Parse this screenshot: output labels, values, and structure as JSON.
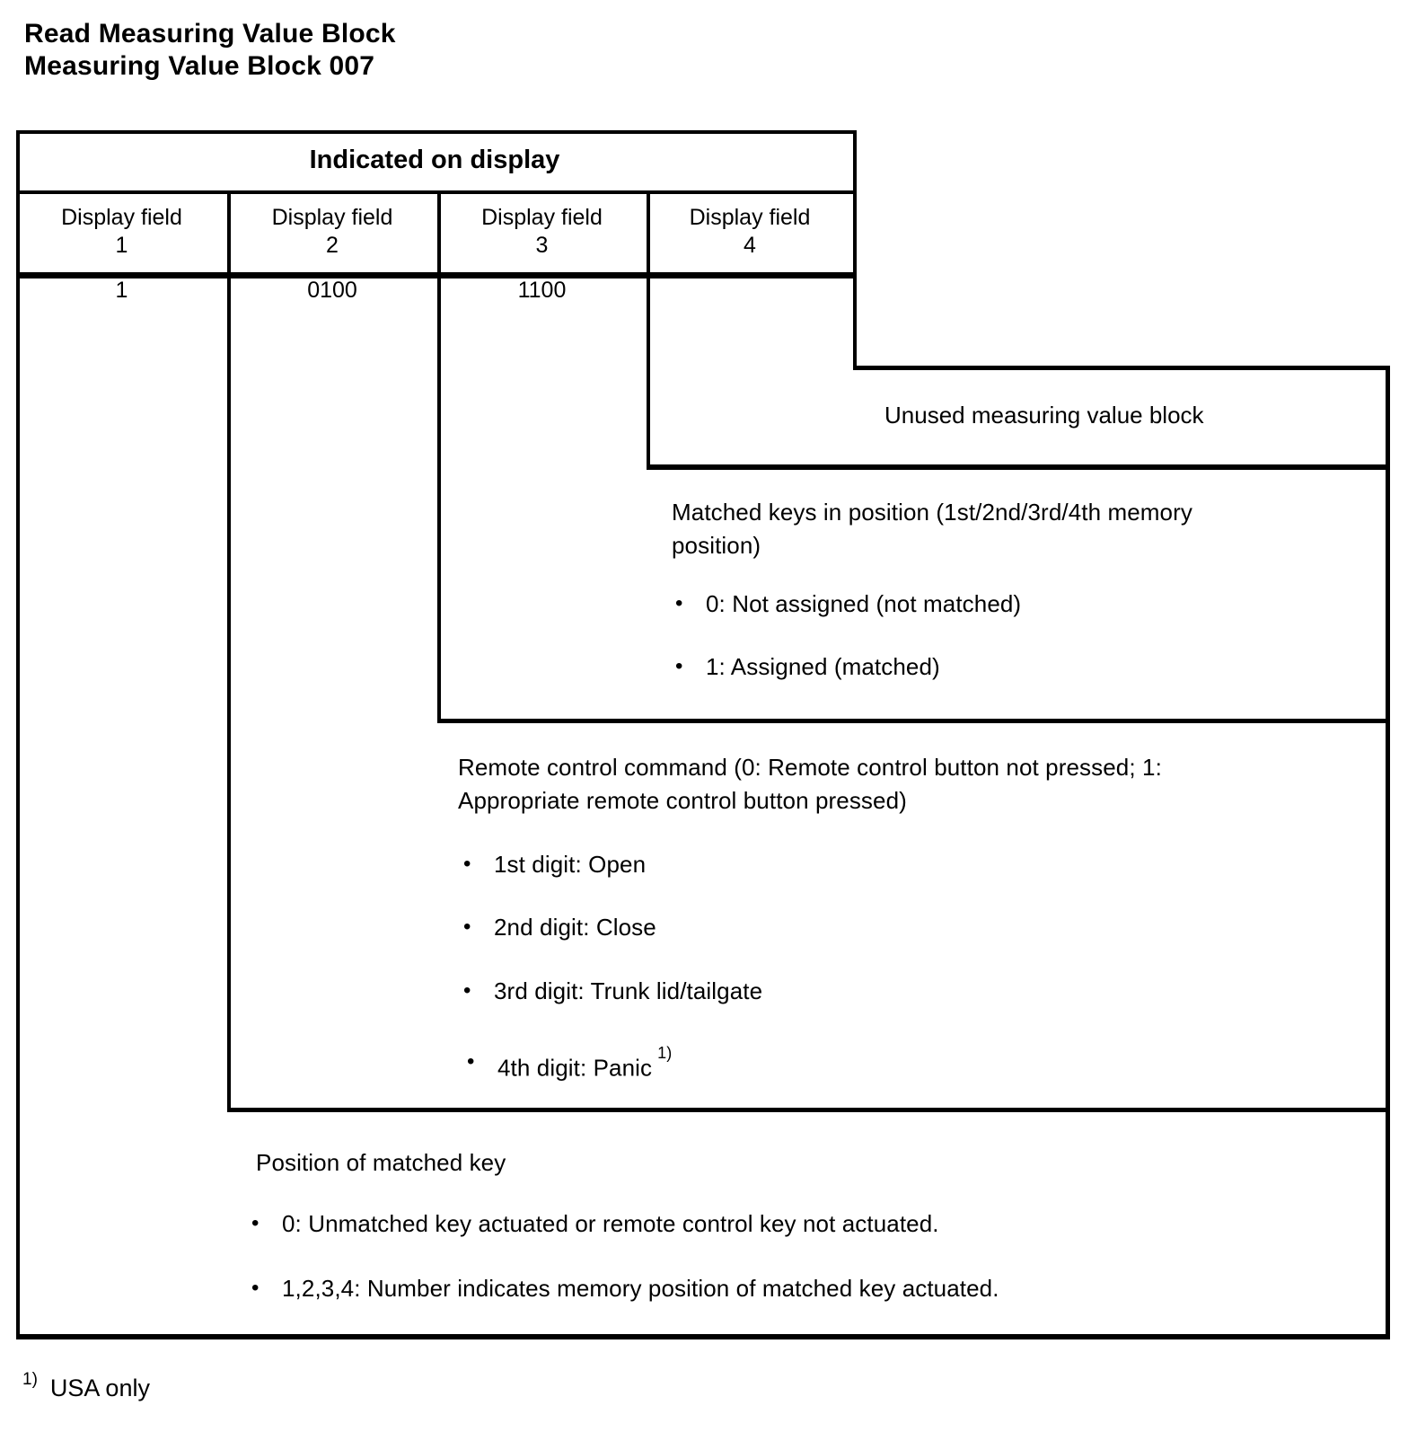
{
  "page": {
    "title_line1": "Read Measuring Value Block",
    "title_line2": "Measuring Value Block 007",
    "footnote_marker": "1)",
    "footnote_text": "USA only"
  },
  "icons": {
    "bullet": "•"
  },
  "table": {
    "header": "Indicated on display",
    "columns": [
      {
        "label": "Display field",
        "number": "1",
        "value": "1"
      },
      {
        "label": "Display field",
        "number": "2",
        "value": "0100"
      },
      {
        "label": "Display field",
        "number": "3",
        "value": "1100"
      },
      {
        "label": "Display field",
        "number": "4",
        "value": ""
      }
    ]
  },
  "annotations": {
    "field4": {
      "label": "Unused measuring value block"
    },
    "field3": {
      "heading": "Matched keys in position (1st/2nd/3rd/4th memory position)",
      "bullets": [
        "0: Not assigned (not matched)",
        "1: Assigned (matched)"
      ]
    },
    "field2": {
      "heading": "Remote control command (0: Remote control button not pressed; 1: Appropriate remote control button pressed)",
      "bullets": [
        "1st digit: Open",
        "2nd digit: Close",
        "3rd digit: Trunk lid/tailgate",
        "4th digit: Panic"
      ],
      "bullet4_superscript": "1)"
    },
    "field1": {
      "heading": "Position of matched key",
      "bullets": [
        "0: Unmatched key actuated or remote control key not actuated.",
        "1,2,3,4: Number indicates memory position of matched key actuated."
      ]
    }
  },
  "colors": {
    "ink": "#000000",
    "paper": "#ffffff"
  }
}
